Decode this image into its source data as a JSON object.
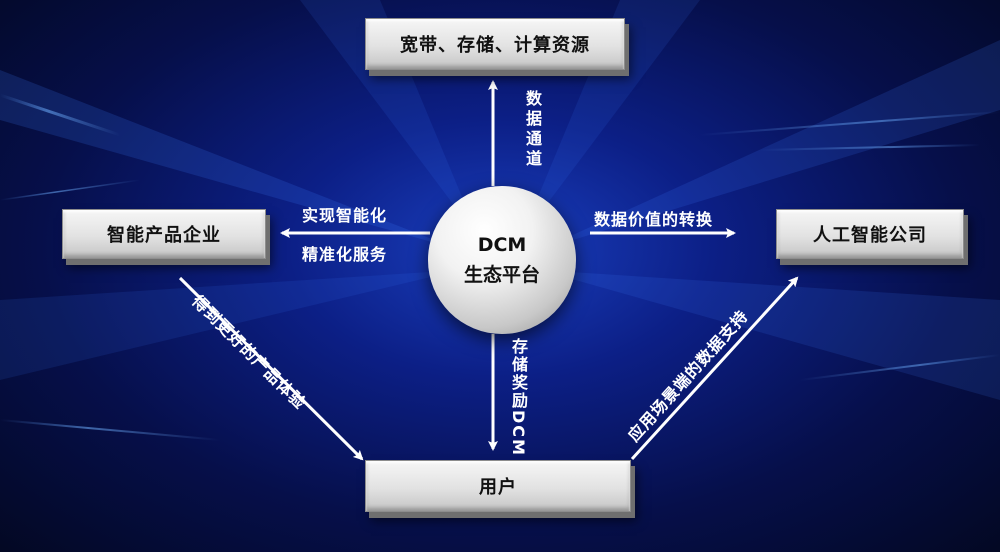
{
  "nodes": {
    "top": "宽带、存储、计算资源",
    "left": "智能产品企业",
    "right": "人工智能公司",
    "bottom": "用户",
    "center_line1": "DCM",
    "center_line2": "生态平台"
  },
  "edges": {
    "center_to_top": "数据通道",
    "center_to_left_line1": "实现智能化",
    "center_to_left_line2": "精准化服务",
    "center_to_right": "数据价值的转换",
    "center_to_bottom": "存储奖励DCM",
    "left_to_bottom": "得到更好的产品体验",
    "bottom_to_right": "应用场景端的数据支持"
  },
  "colors": {
    "background": "#0c1f86",
    "box_face": "#e2e2e2",
    "arrow": "#ffffff",
    "text_on_dark": "#ffffff",
    "text_on_light": "#111111"
  }
}
